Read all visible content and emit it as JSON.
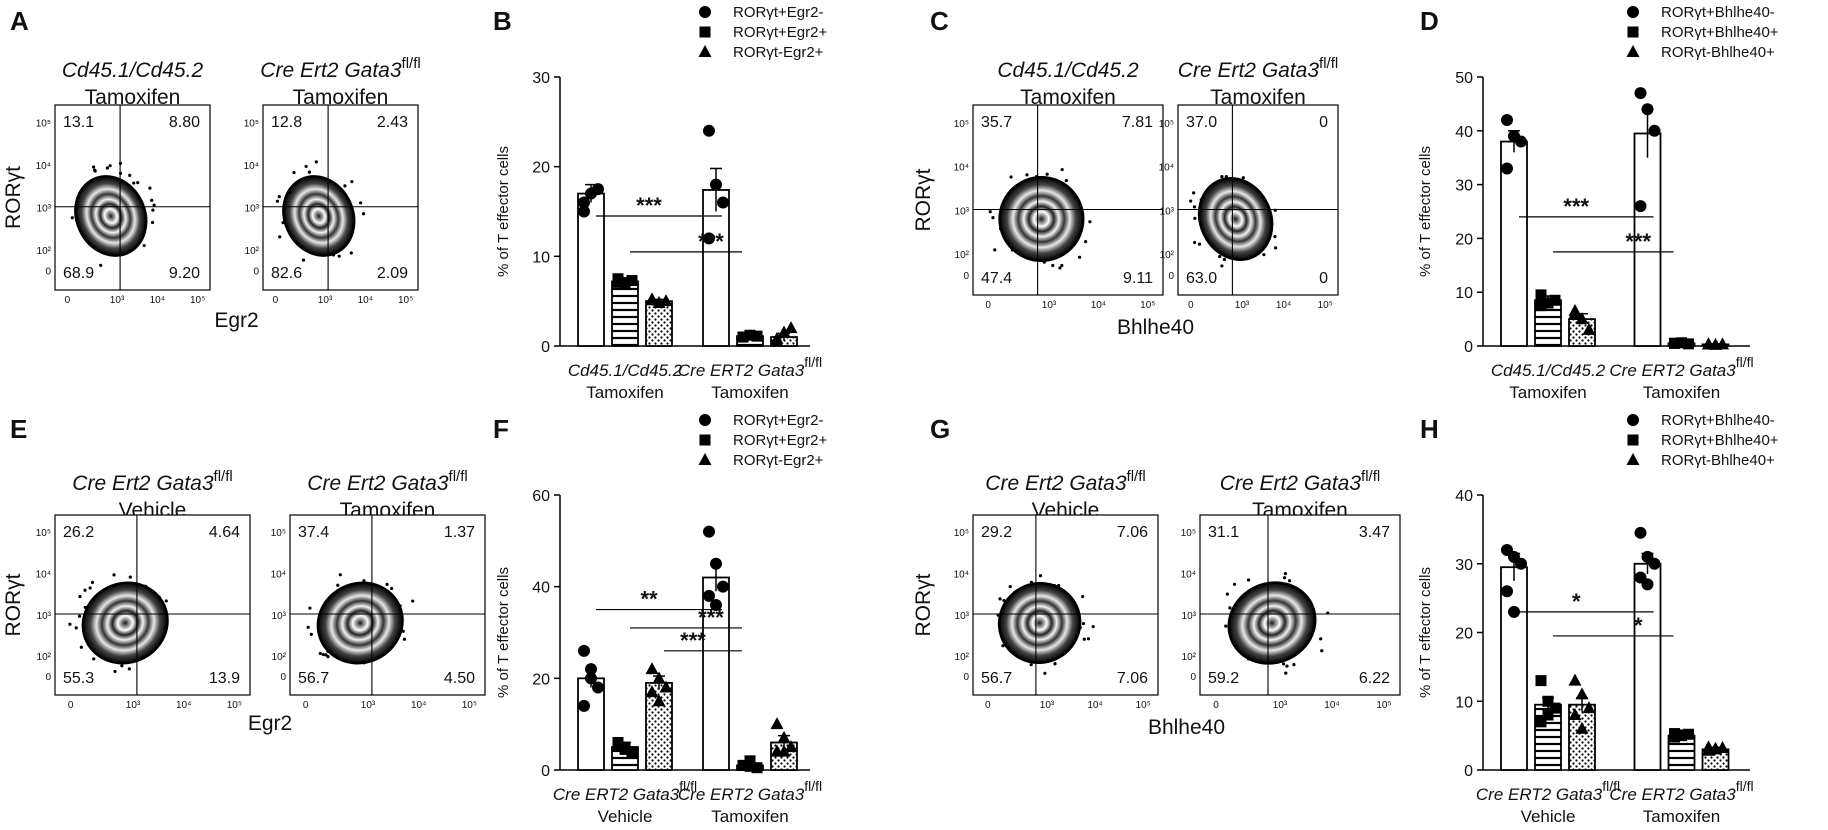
{
  "legend_egr2": [
    "RORγt+Egr2-",
    "RORγt+Egr2+",
    "RORγt-Egr2+"
  ],
  "legend_bhlhe40": [
    "RORγt+Bhlhe40-",
    "RORγt+Bhlhe40+",
    "RORγt-Bhlhe40+"
  ],
  "genotype": {
    "ctrl": "Cd45.1/Cd45.2",
    "cre_a": "Cre Ert2 Gata3",
    "cre_b": "Cre ERT2 Gata3",
    "sup": "fl/fl"
  },
  "treatment": {
    "tam": "Tamoxifen",
    "veh": "Vehicle"
  },
  "axis": {
    "rorgt": "RORγt",
    "egr2": "Egr2",
    "bhlhe40": "Bhlhe40",
    "ylabel": "% of T effector cells"
  },
  "flow_ticks": {
    "p5": "10⁵",
    "p4": "10⁴",
    "p3": "10³",
    "p2": "10²",
    "zero": "0"
  },
  "panels": {
    "A": {
      "letter": "A",
      "left": {
        "title1": "Cd45.1/Cd45.2",
        "title2": "Tamoxifen",
        "q": [
          "13.1",
          "8.80",
          "68.9",
          "9.20"
        ]
      },
      "right": {
        "title1": "Cre Ert2 Gata3",
        "sup": "fl/fl",
        "title2": "Tamoxifen",
        "q": [
          "12.8",
          "2.43",
          "82.6",
          "2.09"
        ]
      },
      "xlab": "Egr2"
    },
    "C": {
      "letter": "C",
      "left": {
        "title1": "Cd45.1/Cd45.2",
        "title2": "Tamoxifen",
        "q": [
          "35.7",
          "7.81",
          "47.4",
          "9.11"
        ]
      },
      "right": {
        "title1": "Cre Ert2 Gata3",
        "sup": "fl/fl",
        "title2": "Tamoxifen",
        "q": [
          "37.0",
          "0",
          "63.0",
          "0"
        ]
      },
      "xlab": "Bhlhe40"
    },
    "E": {
      "letter": "E",
      "left": {
        "title1": "Cre Ert2 Gata3",
        "sup": "fl/fl",
        "title2": "Vehicle",
        "q": [
          "26.2",
          "4.64",
          "55.3",
          "13.9"
        ]
      },
      "right": {
        "title1": "Cre Ert2 Gata3",
        "sup": "fl/fl",
        "title2": "Tamoxifen",
        "q": [
          "37.4",
          "1.37",
          "56.7",
          "4.50"
        ]
      },
      "xlab": "Egr2"
    },
    "G": {
      "letter": "G",
      "left": {
        "title1": "Cre Ert2 Gata3",
        "sup": "fl/fl",
        "title2": "Vehicle",
        "q": [
          "29.2",
          "7.06",
          "56.7",
          "7.06"
        ]
      },
      "right": {
        "title1": "Cre Ert2 Gata3",
        "sup": "fl/fl",
        "title2": "Tamoxifen",
        "q": [
          "31.1",
          "3.47",
          "59.2",
          "6.22"
        ]
      },
      "xlab": "Bhlhe40"
    }
  },
  "chart_data": [
    {
      "panel": "B",
      "type": "bar",
      "ylabel": "% of T effector cells",
      "ylim": [
        0,
        30
      ],
      "yticks": [
        "0",
        "10",
        "20",
        "30"
      ],
      "categories": [
        "Cd45.1/Cd45.2 Tamoxifen",
        "Cre ERT2 Gata3 fl/fl Tamoxifen"
      ],
      "series": [
        {
          "name": "RORγt+Egr2-",
          "values": [
            17.0,
            17.4
          ],
          "sem": [
            1.0,
            2.4
          ],
          "points": [
            [
              16,
              17,
              17.5,
              15
            ],
            [
              24,
              18,
              16,
              12
            ]
          ]
        },
        {
          "name": "RORγt+Egr2+",
          "values": [
            7.2,
            1.1
          ],
          "sem": [
            0.4,
            0.2
          ],
          "points": [
            [
              7.5,
              7,
              7.3,
              7.1
            ],
            [
              1,
              1.2,
              1.1,
              1
            ]
          ]
        },
        {
          "name": "RORγt-Egr2+",
          "values": [
            5.0,
            1.0
          ],
          "sem": [
            0.2,
            0.4
          ],
          "points": [
            [
              5.2,
              4.8,
              5,
              5.1
            ],
            [
              0.8,
              1.5,
              2,
              0.5
            ]
          ]
        }
      ],
      "significance": [
        {
          "label": "***",
          "y": 14.5
        },
        {
          "label": "***",
          "y": 10.5
        }
      ]
    },
    {
      "panel": "D",
      "type": "bar",
      "ylabel": "% of T effector cells",
      "ylim": [
        0,
        50
      ],
      "yticks": [
        "0",
        "10",
        "20",
        "30",
        "40",
        "50"
      ],
      "categories": [
        "Cd45.1/Cd45.2 Tamoxifen",
        "Cre ERT2 Gata3 fl/fl Tamoxifen"
      ],
      "series": [
        {
          "name": "RORγt+Bhlhe40-",
          "values": [
            38.0,
            39.5
          ],
          "sem": [
            2.0,
            4.5
          ],
          "points": [
            [
              42,
              39,
              38,
              33
            ],
            [
              47,
              44,
              40,
              26
            ]
          ]
        },
        {
          "name": "RORγt+Bhlhe40+",
          "values": [
            8.5,
            0.5
          ],
          "sem": [
            0.8,
            0.2
          ],
          "points": [
            [
              9.5,
              8,
              8.5,
              7.5
            ],
            [
              0.5,
              0.6,
              0.4,
              0.5
            ]
          ]
        },
        {
          "name": "RORγt-Bhlhe40+",
          "values": [
            5.0,
            0.3
          ],
          "sem": [
            1.0,
            0.1
          ],
          "points": [
            [
              6,
              5,
              3,
              6.5
            ],
            [
              0.3,
              0.2,
              0.3,
              0.3
            ]
          ]
        }
      ],
      "significance": [
        {
          "label": "***",
          "y": 24
        },
        {
          "label": "***",
          "y": 17.5
        }
      ]
    },
    {
      "panel": "F",
      "type": "bar",
      "ylabel": "% of T effector cells",
      "ylim": [
        0,
        60
      ],
      "yticks": [
        "0",
        "20",
        "40",
        "60"
      ],
      "categories": [
        "Cre ERT2 Gata3 fl/fl Vehicle",
        "Cre ERT2 Gata3 fl/fl Tamoxifen"
      ],
      "series": [
        {
          "name": "RORγt+Egr2-",
          "values": [
            20.0,
            42.0
          ],
          "sem": [
            2.0,
            3.0
          ],
          "points": [
            [
              26,
              22,
              18,
              14,
              20
            ],
            [
              52,
              45,
              40,
              38,
              36
            ]
          ]
        },
        {
          "name": "RORγt+Egr2+",
          "values": [
            5.0,
            1.0
          ],
          "sem": [
            1.0,
            0.5
          ],
          "points": [
            [
              6,
              5,
              4,
              5.5,
              4.5
            ],
            [
              1,
              2,
              0.5,
              1,
              0.8
            ]
          ]
        },
        {
          "name": "RORγt-Egr2+",
          "values": [
            19.0,
            6.0
          ],
          "sem": [
            1.5,
            1.5
          ],
          "points": [
            [
              22,
              20,
              18,
              17,
              15
            ],
            [
              10,
              7,
              5,
              4,
              4
            ]
          ]
        }
      ],
      "significance": [
        {
          "label": "**",
          "y": 35
        },
        {
          "label": "***",
          "y": 31
        },
        {
          "label": "***",
          "y": 26
        }
      ]
    },
    {
      "panel": "H",
      "type": "bar",
      "ylabel": "% of T effector cells",
      "ylim": [
        0,
        40
      ],
      "yticks": [
        "0",
        "10",
        "20",
        "30",
        "40"
      ],
      "categories": [
        "Cre ERT2 Gata3 fl/fl Vehicle",
        "Cre ERT2 Gata3 fl/fl Tamoxifen"
      ],
      "series": [
        {
          "name": "RORγt+Bhlhe40-",
          "values": [
            29.5,
            30.0
          ],
          "sem": [
            2.0,
            1.5
          ],
          "points": [
            [
              32,
              31,
              30,
              26,
              23
            ],
            [
              34.5,
              31,
              30,
              28,
              27
            ]
          ]
        },
        {
          "name": "RORγt+Bhlhe40+",
          "values": [
            9.5,
            5.0
          ],
          "sem": [
            1.0,
            0.3
          ],
          "points": [
            [
              13,
              10,
              9,
              7,
              8
            ],
            [
              5.3,
              5,
              5.2,
              4.8,
              5.1
            ]
          ]
        },
        {
          "name": "RORγt-Bhlhe40+",
          "values": [
            9.5,
            3.0
          ],
          "sem": [
            1.0,
            0.3
          ],
          "points": [
            [
              13,
              11,
              9,
              8,
              6
            ],
            [
              3.3,
              3,
              3.2,
              2.8,
              3.1
            ]
          ]
        }
      ],
      "significance": [
        {
          "label": "*",
          "y": 23
        },
        {
          "label": "*",
          "y": 19.5
        }
      ]
    }
  ]
}
